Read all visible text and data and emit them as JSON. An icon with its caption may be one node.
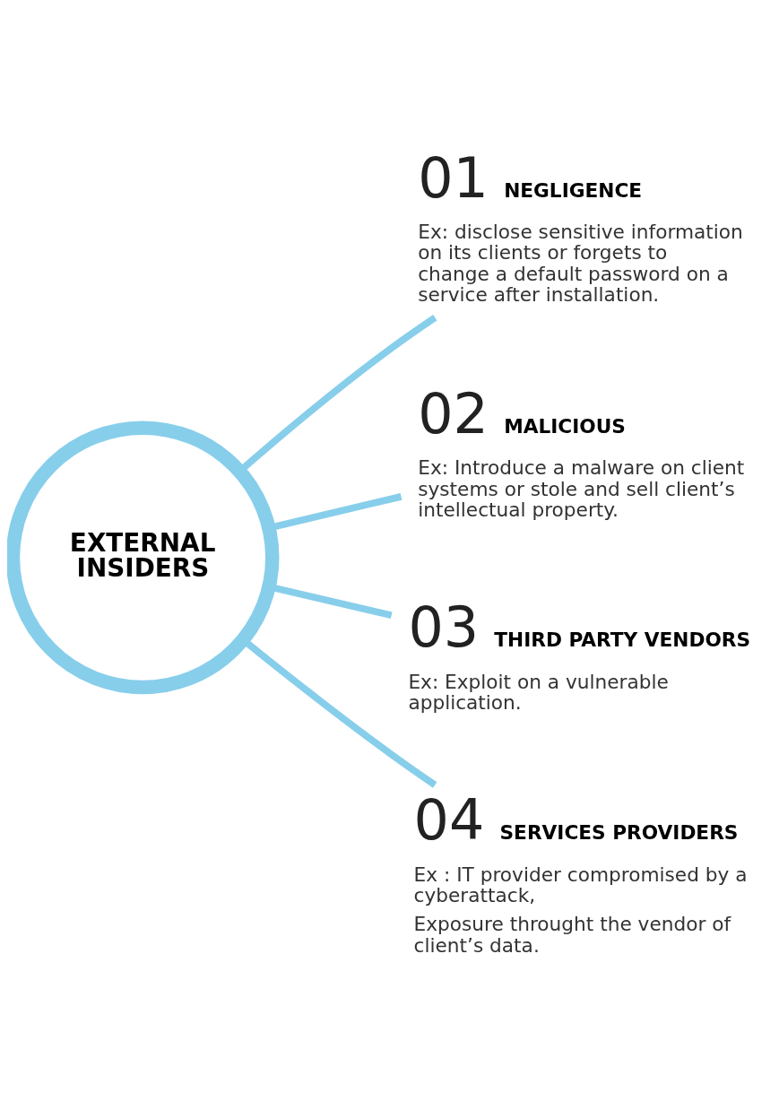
{
  "diagram": {
    "nodes": [
      {
        "text": [
          "EXTERNAL INSIDERS"
        ]
      },
      {
        "text": [
          "01",
          "NEGLIGENCE",
          "Ex: disclose sensitive information on its clients or forgets to change a default password on a service after installation."
        ]
      },
      {
        "text": [
          "02",
          "MALICIOUS",
          "Ex: Introduce a malware on client systems or stole and sell client’s intellectual property."
        ]
      },
      {
        "text": [
          "03",
          "THIRD PARTY VENDORS",
          "Ex: Exploit on a vulnerable application."
        ]
      },
      {
        "text": [
          "04",
          "SERVICES PROVIDERS",
          "Ex : IT provider compromised by a cyberattack,",
          "Exposure throught the vendor of client’s data."
        ]
      }
    ],
    "edges": [
      {
        "from": 0,
        "to": 1,
        "arrow": "none"
      },
      {
        "from": 0,
        "to": 2,
        "arrow": "none"
      },
      {
        "from": 0,
        "to": 3,
        "arrow": "none"
      },
      {
        "from": 0,
        "to": 4,
        "arrow": "none"
      }
    ]
  }
}
